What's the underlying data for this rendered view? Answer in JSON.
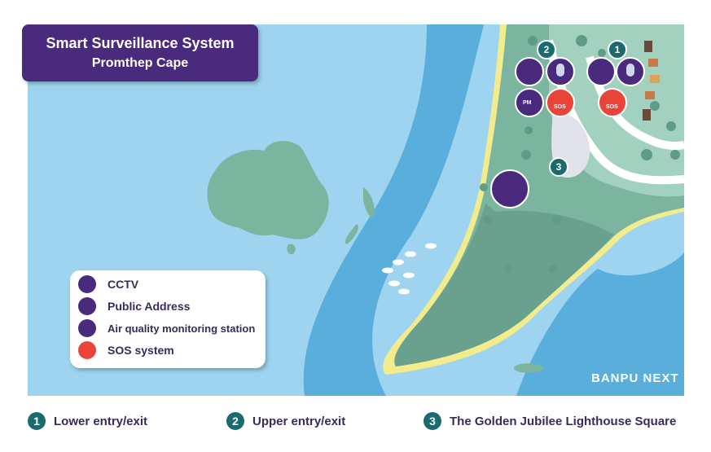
{
  "title": {
    "line1": "Smart Surveillance System",
    "line2": "Promthep Cape"
  },
  "legend": [
    {
      "label": "CCTV",
      "icon": "cctv-icon"
    },
    {
      "label": "Public Address",
      "icon": "microphone-icon"
    },
    {
      "label": "Air quality monitoring station",
      "icon": "air-quality-icon"
    },
    {
      "label": "SOS system",
      "icon": "sos-icon"
    }
  ],
  "markers": {
    "m1": "1",
    "m2": "2",
    "m3": "3"
  },
  "sos_text": "SOS",
  "pm_text": "PM",
  "brand": "BANPU NEXT",
  "bottom_legend": [
    {
      "number": "1",
      "label": "Lower entry/exit"
    },
    {
      "number": "2",
      "label": "Upper entry/exit"
    },
    {
      "number": "3",
      "label": "The Golden Jubilee Lighthouse Square"
    }
  ],
  "colors": {
    "ocean": "#9ed4ef",
    "deep_water": "#5aaedc",
    "land": "#7bb5a0",
    "land_light": "#a3d1c0",
    "sand": "#f2ec8c",
    "purple": "#4a2a7c",
    "teal_badge": "#1b6b6e",
    "sos_red": "#e8443a"
  }
}
